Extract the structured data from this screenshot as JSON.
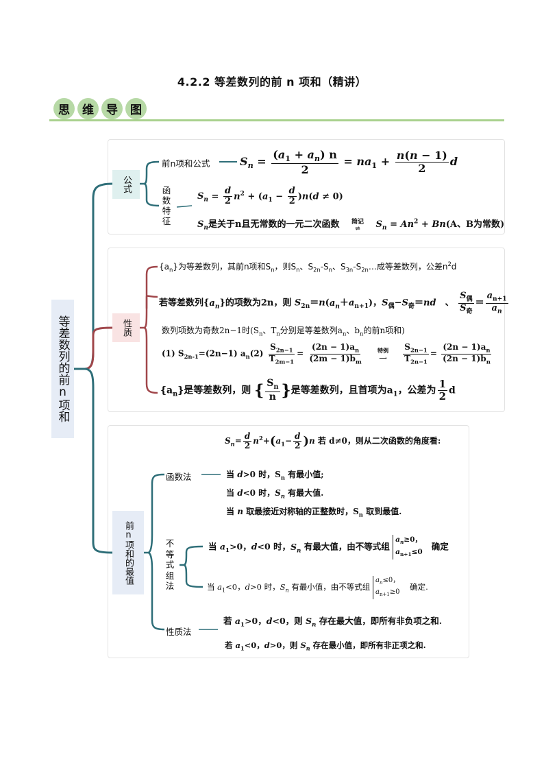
{
  "title": "4.2.2  等差数列的前 n 项和（精讲）",
  "mindmap_badges": [
    "思",
    "维",
    "导",
    "图"
  ],
  "root": "等差数列的前n项和",
  "sections": {
    "formula": {
      "tag": "公式",
      "sum_label": "前n项和公式",
      "func_label": "函数特征",
      "func_line2_text": "是关于n且无常数的一元二次函数",
      "arrow_label": "简记",
      "func_line2_tail": "(A、B为常数)"
    },
    "property": {
      "tag": "性质",
      "p1": "为等差数列，其前n项和S",
      "p1_tail": "成等差数列，公差n",
      "p2_head": "若等差数列",
      "p2_mid": "的项数为2n，则",
      "p3": "数列项数为奇数2n−1时(S",
      "p3_tail": "分别是等差数列a",
      "p3_end": "的前n项和)",
      "p4_head": "(1) S",
      "p4_arrow": "特例",
      "p5_mid": "是等差数列，则",
      "p5_tail": "是等差数列，且首项为a",
      "p5_end": "，公差为"
    },
    "max": {
      "tag": "前n项和的最值",
      "func_method": "函数法",
      "ineq_method": "不等式组法",
      "prop_method": "性质法",
      "f0_tail": "若 d≠0，则从二次函数的角度看:",
      "f1": "时，S",
      "f1_tail": "有最小值;",
      "f2_tail": "有最大值.",
      "f3": "取最接近对称轴的正整数时，S",
      "f3_tail": "取到最值.",
      "i1_tail": "有最大值，由不等式组",
      "i1_end": "确定",
      "i2_tail": "有最小值，由不等式组",
      "i2_end": "确定.",
      "q1": "存在最大值，即所有非负项之和.",
      "q2": "存在最小值，即所有非正项之和."
    }
  },
  "colors": {
    "teal": "#2e6e78",
    "red": "#a0464a",
    "green": "#a9d18e",
    "tag_formula_bg": "#dff0ef",
    "tag_prop_bg": "#f9e3e3",
    "tag_max_bg": "#e6ecf6",
    "root_bg": "#e6ecf6"
  }
}
